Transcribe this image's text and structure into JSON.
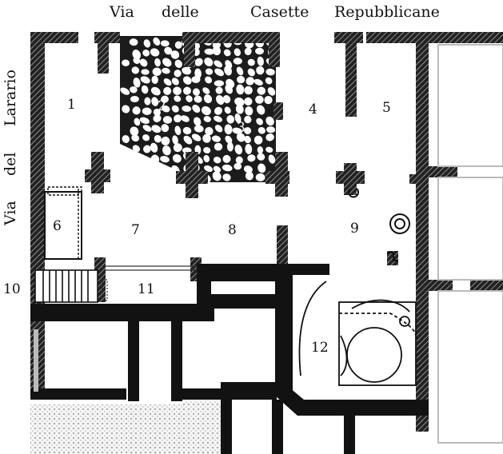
{
  "streets": {
    "top": [
      "Via",
      "delle",
      "Casette",
      "Repubblicane"
    ],
    "left": [
      "Via",
      "del",
      "Larario"
    ]
  },
  "rooms": [
    "1",
    "2",
    "3",
    "4",
    "5",
    "6",
    "7",
    "8",
    "9",
    "10",
    "11",
    "12"
  ],
  "colors": {
    "wall": "#141414",
    "hatch": "#8a8a8a",
    "paving": "#1a1a1a",
    "background": "#ffffff"
  }
}
